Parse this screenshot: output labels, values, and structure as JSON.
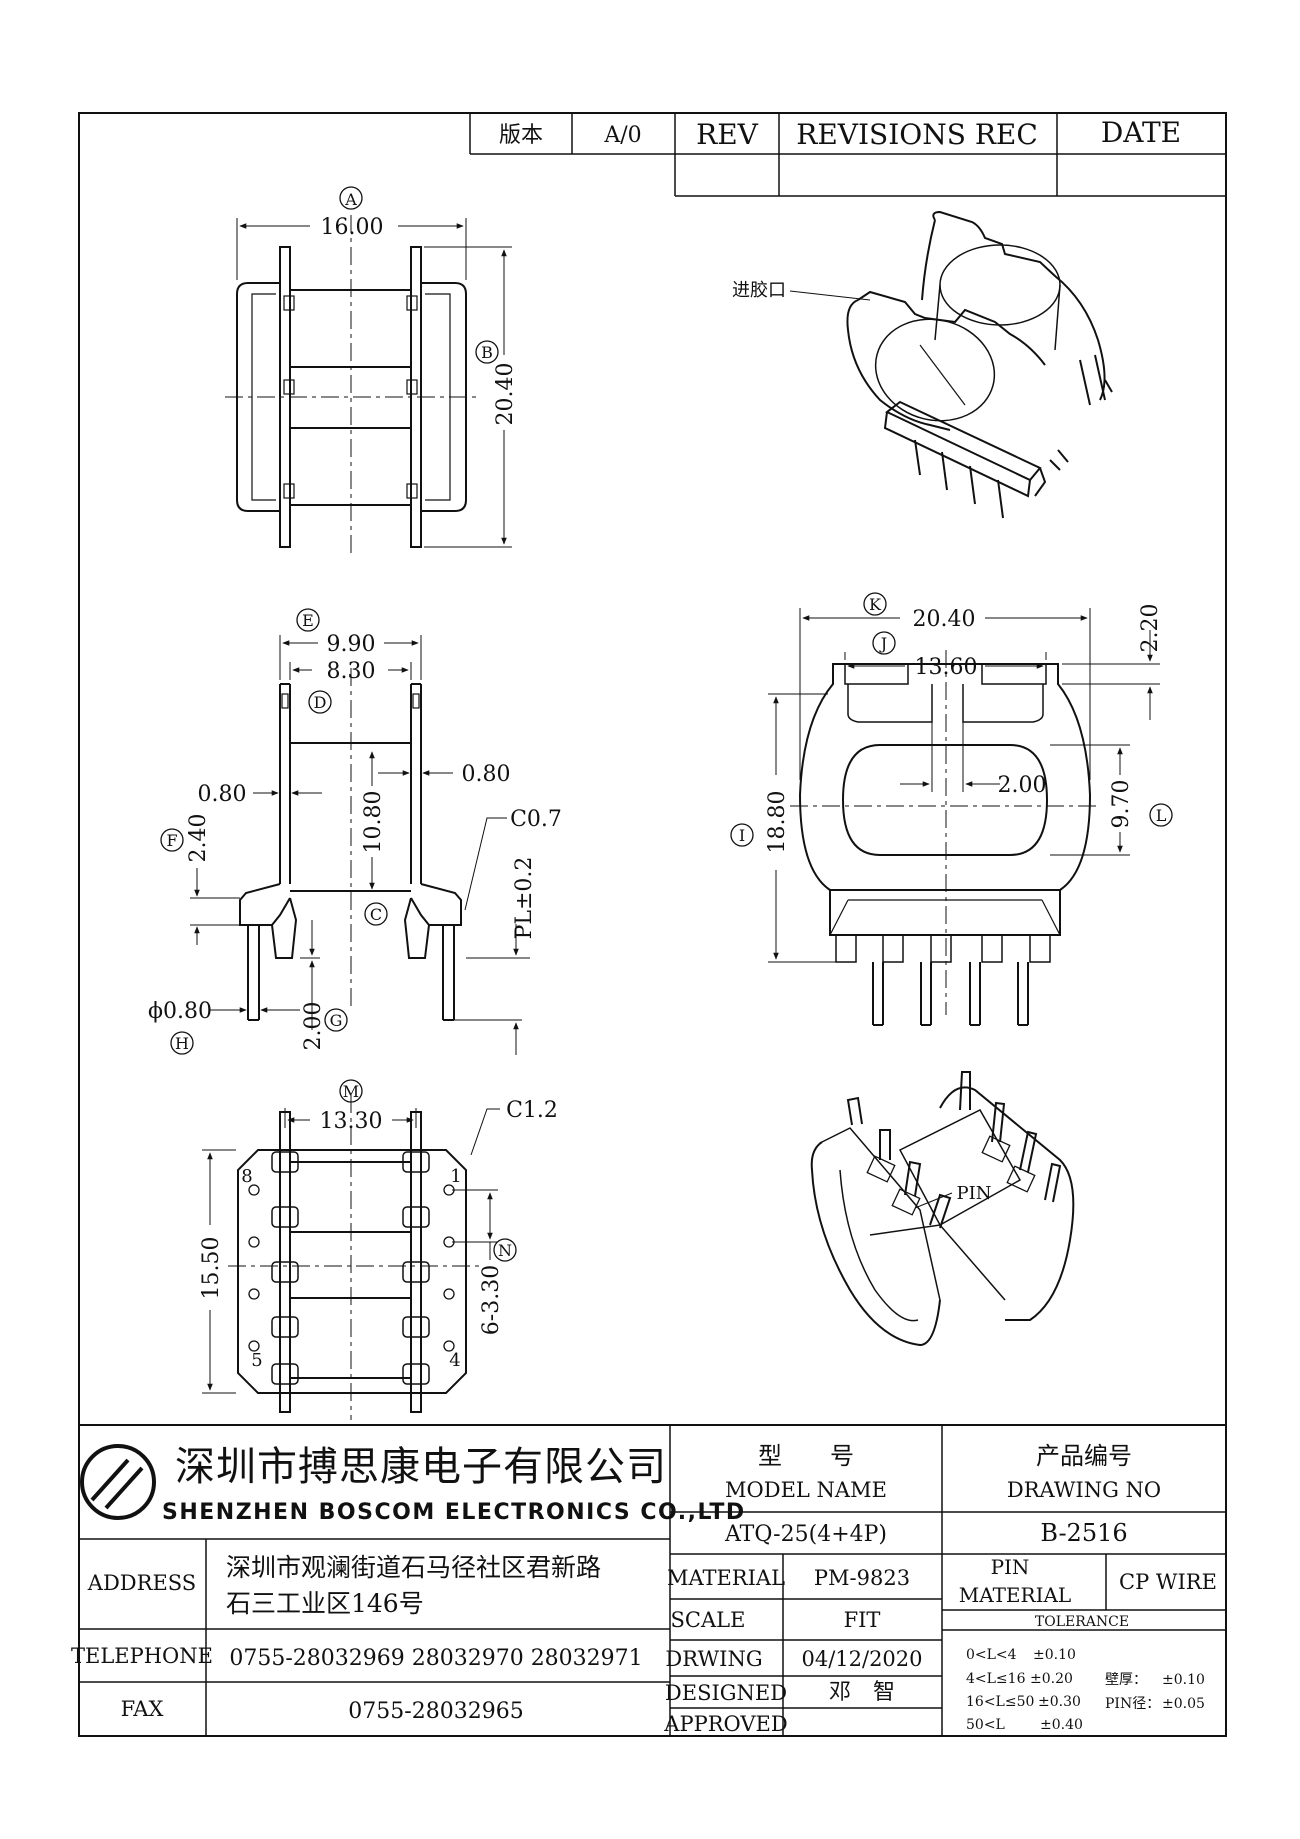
{
  "revision_block": {
    "version_label": "版本",
    "version_value": "A/0",
    "rev_header": "REV",
    "revisions_header": "REVISIONS REC",
    "date_header": "DATE"
  },
  "callouts": {
    "A": "A",
    "B": "B",
    "C": "C",
    "D": "D",
    "E": "E",
    "F": "F",
    "G": "G",
    "H": "H",
    "I": "I",
    "J": "J",
    "K": "K",
    "L": "L",
    "M": "M",
    "N": "N"
  },
  "dimensions": {
    "top_width": "16.00",
    "top_height": "20.40",
    "e_width": "9.90",
    "d_width": "8.30",
    "left_wall": "0.80",
    "right_wall": "0.80",
    "core_height": "10.80",
    "f_height": "2.40",
    "chamfer_side": "C0.7",
    "pl": "PL±0.2",
    "pin_dia": "ϕ0.80",
    "g_height": "2.00",
    "k_width": "20.40",
    "j_width": "13.60",
    "slot_gap": "2.00",
    "i_height": "18.80",
    "l_height": "9.70",
    "top_offset": "2.20",
    "m_width": "13.30",
    "chamfer_bottom": "C1.2",
    "bottom_height": "15.50",
    "pitch": "6-3.30"
  },
  "labels": {
    "gate": "进胶口",
    "pin": "PIN",
    "pin_numbers": [
      "8",
      "1",
      "5",
      "4"
    ]
  },
  "company": {
    "name_cn": "深圳市搏思康电子有限公司",
    "name_en": "SHENZHEN BOSCOM ELECTRONICS CO.,LTD"
  },
  "title_block": {
    "model_cn": "型　　号",
    "model_en": "MODEL NAME",
    "drawing_cn": "产品编号",
    "drawing_en": "DRAWING NO",
    "model_value": "ATQ-25(4+4P)",
    "drawing_value": "B-2516",
    "address_label": "ADDRESS",
    "address_line1": "深圳市观澜街道石马径社区君新路",
    "address_line2": "石三工业区146号",
    "telephone_label": "TELEPHONE",
    "telephone_value": "0755-28032969 28032970 28032971",
    "fax_label": "FAX",
    "fax_value": "0755-28032965",
    "material_label": "MATERIAL",
    "material_value": "PM-9823",
    "scale_label": "SCALE",
    "scale_value": "FIT",
    "drawing_label": "DRWING",
    "drawing_date": "04/12/2020",
    "designed_label": "DESIGNED",
    "designed_value": "邓　智",
    "approved_label": "APPROVED",
    "pin_material_line1": "PIN",
    "pin_material_line2": "MATERIAL",
    "pin_material_value": "CP WIRE",
    "tolerance_title": "TOLERANCE",
    "tol_rows": [
      {
        "range": "0<L<4",
        "tol": "±0.10"
      },
      {
        "range": "4<L≤16",
        "tol": "±0.20"
      },
      {
        "range": "16<L≤50",
        "tol": "±0.30"
      },
      {
        "range": "50<L",
        "tol": "±0.40"
      }
    ],
    "wall_label": "壁厚：",
    "wall_value": "±0.10",
    "pin_dia_label": "PIN径：",
    "pin_dia_value": "±0.05"
  }
}
